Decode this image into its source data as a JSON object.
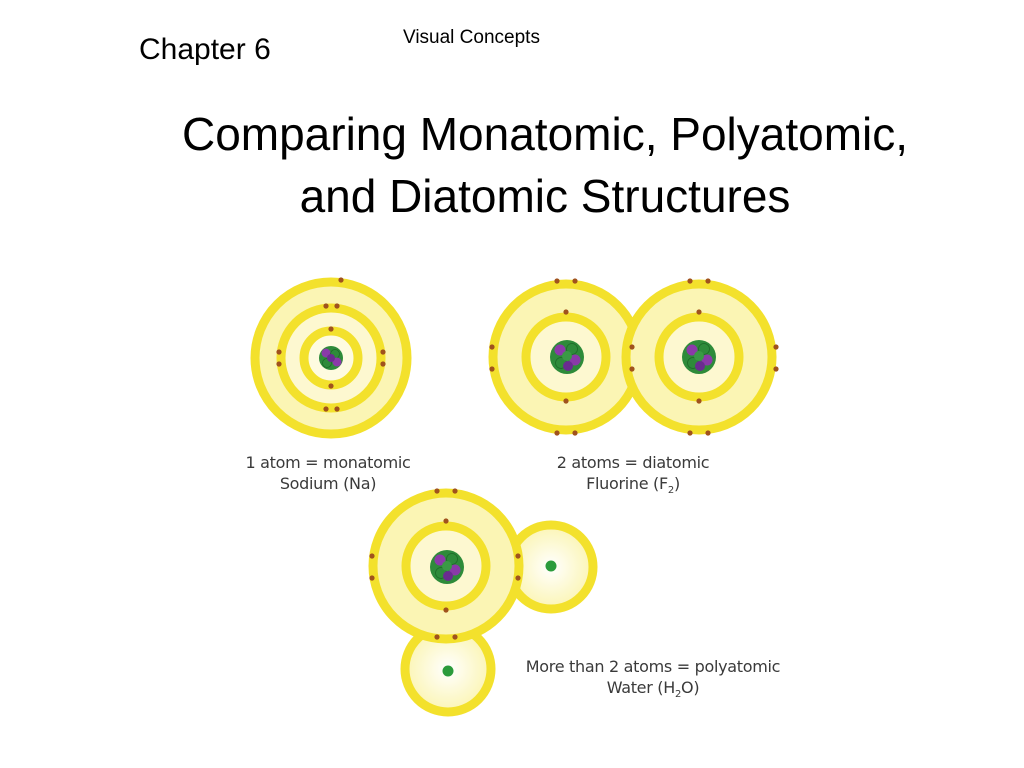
{
  "header": {
    "chapter": "Chapter 6",
    "visual_concepts": "Visual Concepts"
  },
  "title": {
    "line1": "Comparing Monatomic, Polyatomic,",
    "line2": "and Diatomic Structures"
  },
  "diagrams": {
    "monatomic": {
      "line1": "1 atom = monatomic",
      "line2": "Sodium (Na)"
    },
    "diatomic": {
      "line1": "2 atoms = diatomic",
      "line2_prefix": "Fluorine (F",
      "subscript": "2",
      "line2_suffix": ")"
    },
    "polyatomic": {
      "line1": "More than 2 atoms = polyatomic",
      "line2_prefix": "Water (H",
      "subscript": "2",
      "line2_suffix": "O)"
    }
  },
  "colors": {
    "shell": "#f4e534",
    "shell_fill": "#fbf5b4",
    "electron": "#a0521d",
    "proton": "#8a3aa8",
    "neutron": "#2e8b3a",
    "hydrogen_nucleus": "#2b9b3b"
  }
}
